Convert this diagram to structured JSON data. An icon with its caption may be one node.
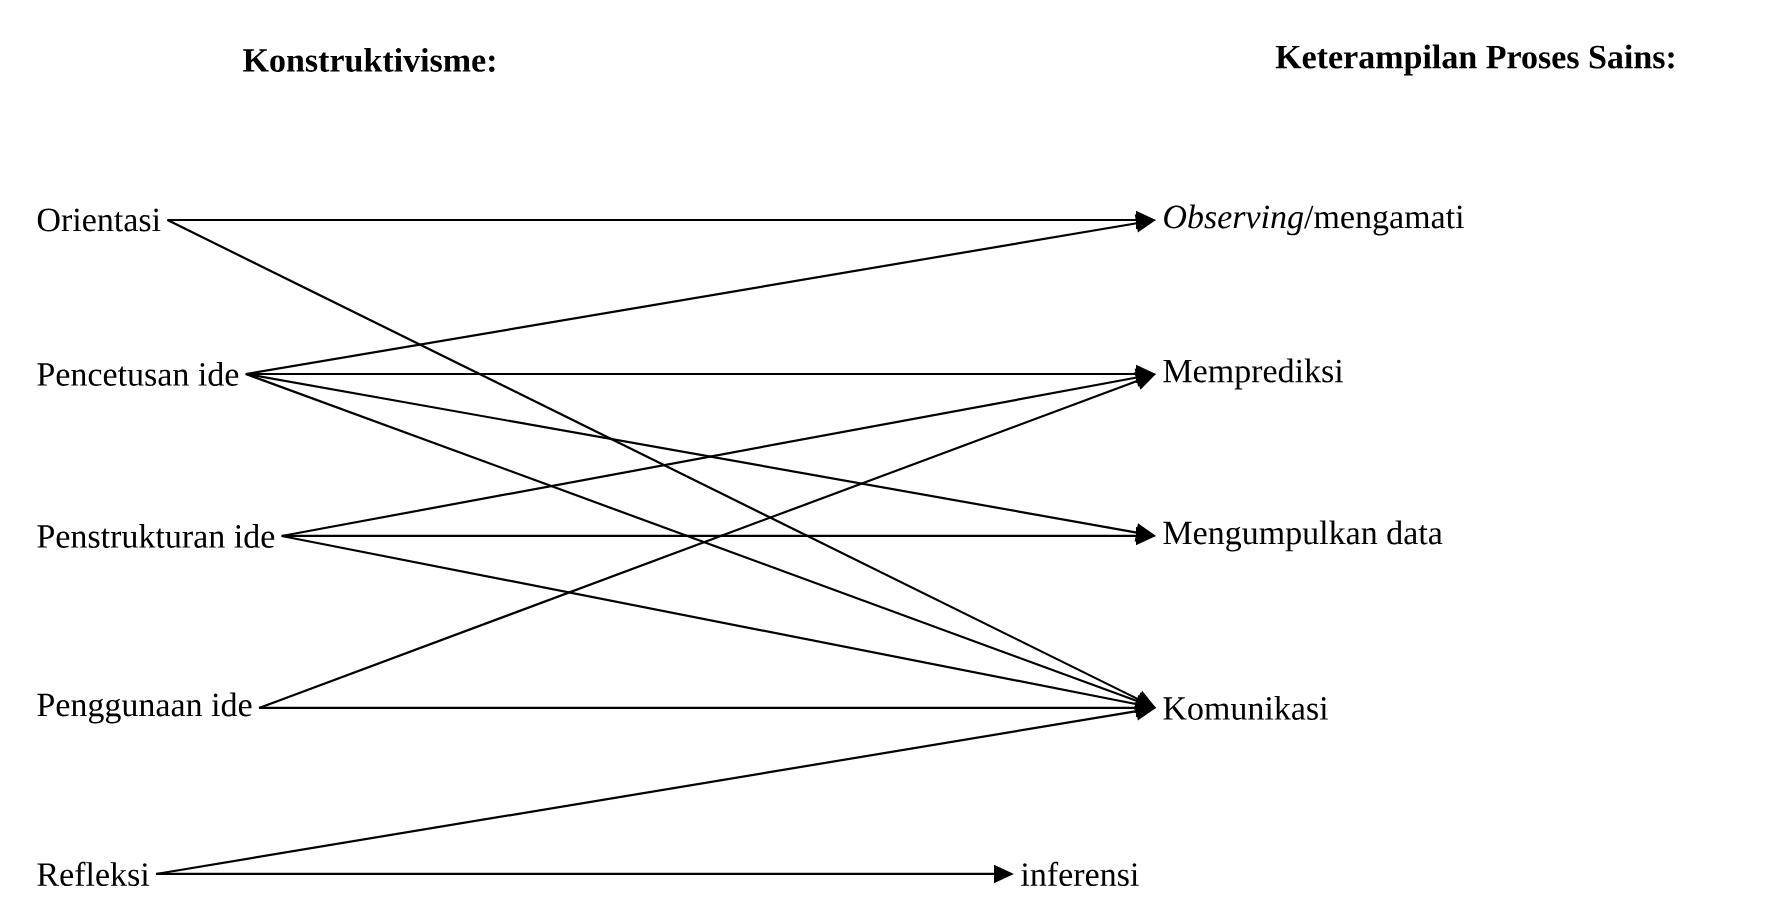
{
  "diagram": {
    "nodes": [
      {
        "text": [
          "Orientasi"
        ]
      },
      {
        "text": [
          "Pencetusan ide"
        ]
      },
      {
        "text": [
          "Penstrukturan ide"
        ]
      },
      {
        "text": [
          "Penggunaan ide"
        ]
      },
      {
        "text": [
          "Refleksi"
        ]
      },
      {
        "text": [
          "*Observing*/mengamati"
        ]
      },
      {
        "text": [
          "Memprediksi"
        ]
      },
      {
        "text": [
          "Mengumpulkan data"
        ]
      },
      {
        "text": [
          "Komunikasi"
        ]
      },
      {
        "text": [
          "inferensi"
        ]
      }
    ],
    "edges": [
      {
        "from": 0,
        "to": 5,
        "arrow": "to"
      },
      {
        "from": 0,
        "to": 8,
        "arrow": "to"
      },
      {
        "from": 1,
        "to": 5,
        "arrow": "to"
      },
      {
        "from": 1,
        "to": 6,
        "arrow": "to"
      },
      {
        "from": 1,
        "to": 7,
        "arrow": "to"
      },
      {
        "from": 1,
        "to": 8,
        "arrow": "to"
      },
      {
        "from": 2,
        "to": 6,
        "arrow": "to"
      },
      {
        "from": 2,
        "to": 7,
        "arrow": "to"
      },
      {
        "from": 2,
        "to": 8,
        "arrow": "to"
      },
      {
        "from": 3,
        "to": 6,
        "arrow": "to"
      },
      {
        "from": 3,
        "to": 8,
        "arrow": "to"
      },
      {
        "from": 4,
        "to": 8,
        "arrow": "to"
      },
      {
        "from": 4,
        "to": 9,
        "arrow": "to"
      }
    ],
    "labels": [
      "Konstruktivisme:",
      "Keterampilan Proses Sains:"
    ]
  }
}
